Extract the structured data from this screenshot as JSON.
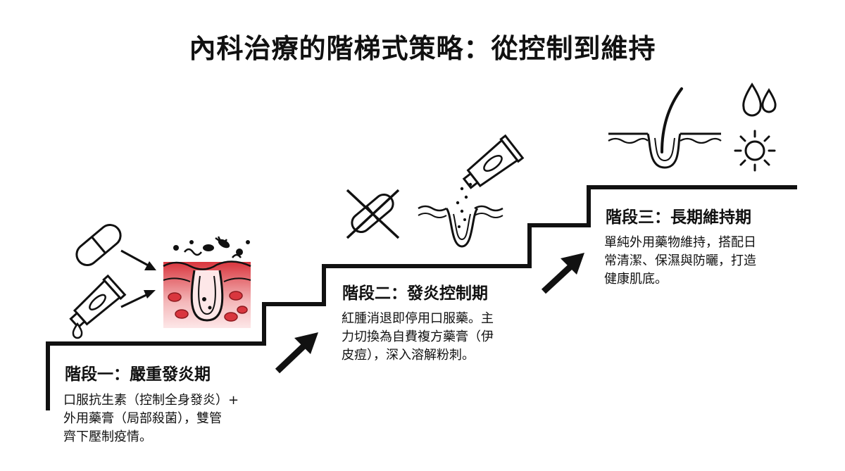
{
  "title": "內科治療的階梯式策略：從控制到維持",
  "colors": {
    "ink": "#111111",
    "inflammation": "#d9363e",
    "inflammation_light": "#f4b7b9"
  },
  "stages": [
    {
      "title": "階段一：嚴重發炎期",
      "description": "口服抗生素（控制全身發炎）+\n外用藥膏（局部殺菌），雙管\n齊下壓制疫情。",
      "icons": [
        "capsule-icon",
        "ointment-tube-icon",
        "drop-icon",
        "inflamed-follicle-icon",
        "bacteria-icon"
      ]
    },
    {
      "title": "階段二：發炎控制期",
      "description": "紅腫消退即停用口服藥。主\n力切換為自費複方藥膏（伊\n皮痘），深入溶解粉刺。",
      "icons": [
        "no-capsule-icon",
        "ointment-tube-icon",
        "clearing-follicle-icon"
      ]
    },
    {
      "title": "階段三：長期維持期",
      "description": "單純外用藥物維持，搭配日\n常清潔、保濕與防曬，打造\n健康肌底。",
      "icons": [
        "healthy-follicle-icon",
        "water-drops-icon",
        "sun-icon"
      ]
    }
  ]
}
